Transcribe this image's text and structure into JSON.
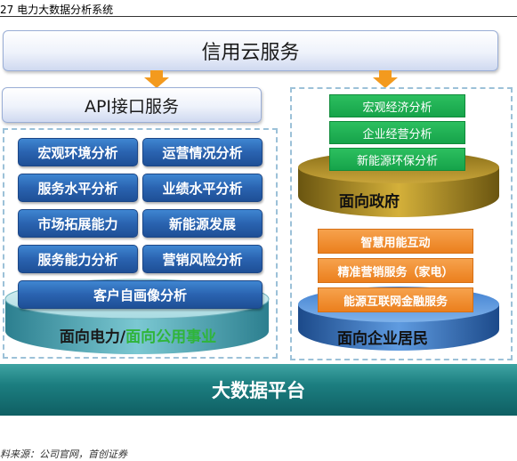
{
  "caption": "27  电力大数据分析系统",
  "credit_service": "信用云服务",
  "api_service": "API接口服务",
  "left_panel": {
    "items": [
      "宏观环境分析",
      "运营情况分析",
      "服务水平分析",
      "业绩水平分析",
      "市场拓展能力",
      "新能源发展",
      "服务能力分析",
      "营销风险分析"
    ],
    "wide_item": "客户自画像分析",
    "disk_label_a": "面向电力/",
    "disk_label_b": "面向公用事业"
  },
  "gov_panel": {
    "items": [
      "宏观经济分析",
      "企业经营分析",
      "新能源环保分析"
    ],
    "disk_label": "面向政府"
  },
  "enterprise_panel": {
    "items": [
      "智慧用能互动",
      "精准营销服务（家电）",
      "能源互联网金融服务"
    ],
    "disk_label": "面向企业居民"
  },
  "platform": "大数据平台",
  "source": "料来源：公司官网，首创证券",
  "colors": {
    "blue_btn": "#2a63b0",
    "green_btn": "#16a34a",
    "orange_btn": "#eb7f1d",
    "teal": "#1c7e80",
    "accent_green_text": "#2fb53a",
    "arrow": "#f39a1e"
  },
  "icons": [
    "down-arrow-icon",
    "down-arrow-icon"
  ]
}
